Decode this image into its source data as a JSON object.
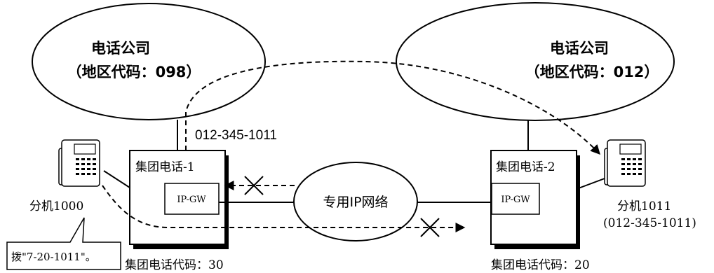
{
  "telco_left": {
    "name": "电话公司",
    "area_code": "（地区代码：098）"
  },
  "telco_right": {
    "name": "电话公司",
    "area_code": "（地区代码：012）"
  },
  "pbx1": {
    "title": "集团电话-1",
    "gateway": "IP-GW",
    "code": "集团电话代码：30"
  },
  "pbx2": {
    "title": "集团电话-2",
    "gateway": "IP-GW",
    "code": "集团电话代码：20"
  },
  "network": {
    "label": "专用IP网络"
  },
  "ext1000": {
    "label": "分机1000"
  },
  "ext1011": {
    "label": "分机1011",
    "number": "(012-345-1011)"
  },
  "dialed_number": "012-345-1011",
  "callout": "拨\"7-20-1011\"。"
}
